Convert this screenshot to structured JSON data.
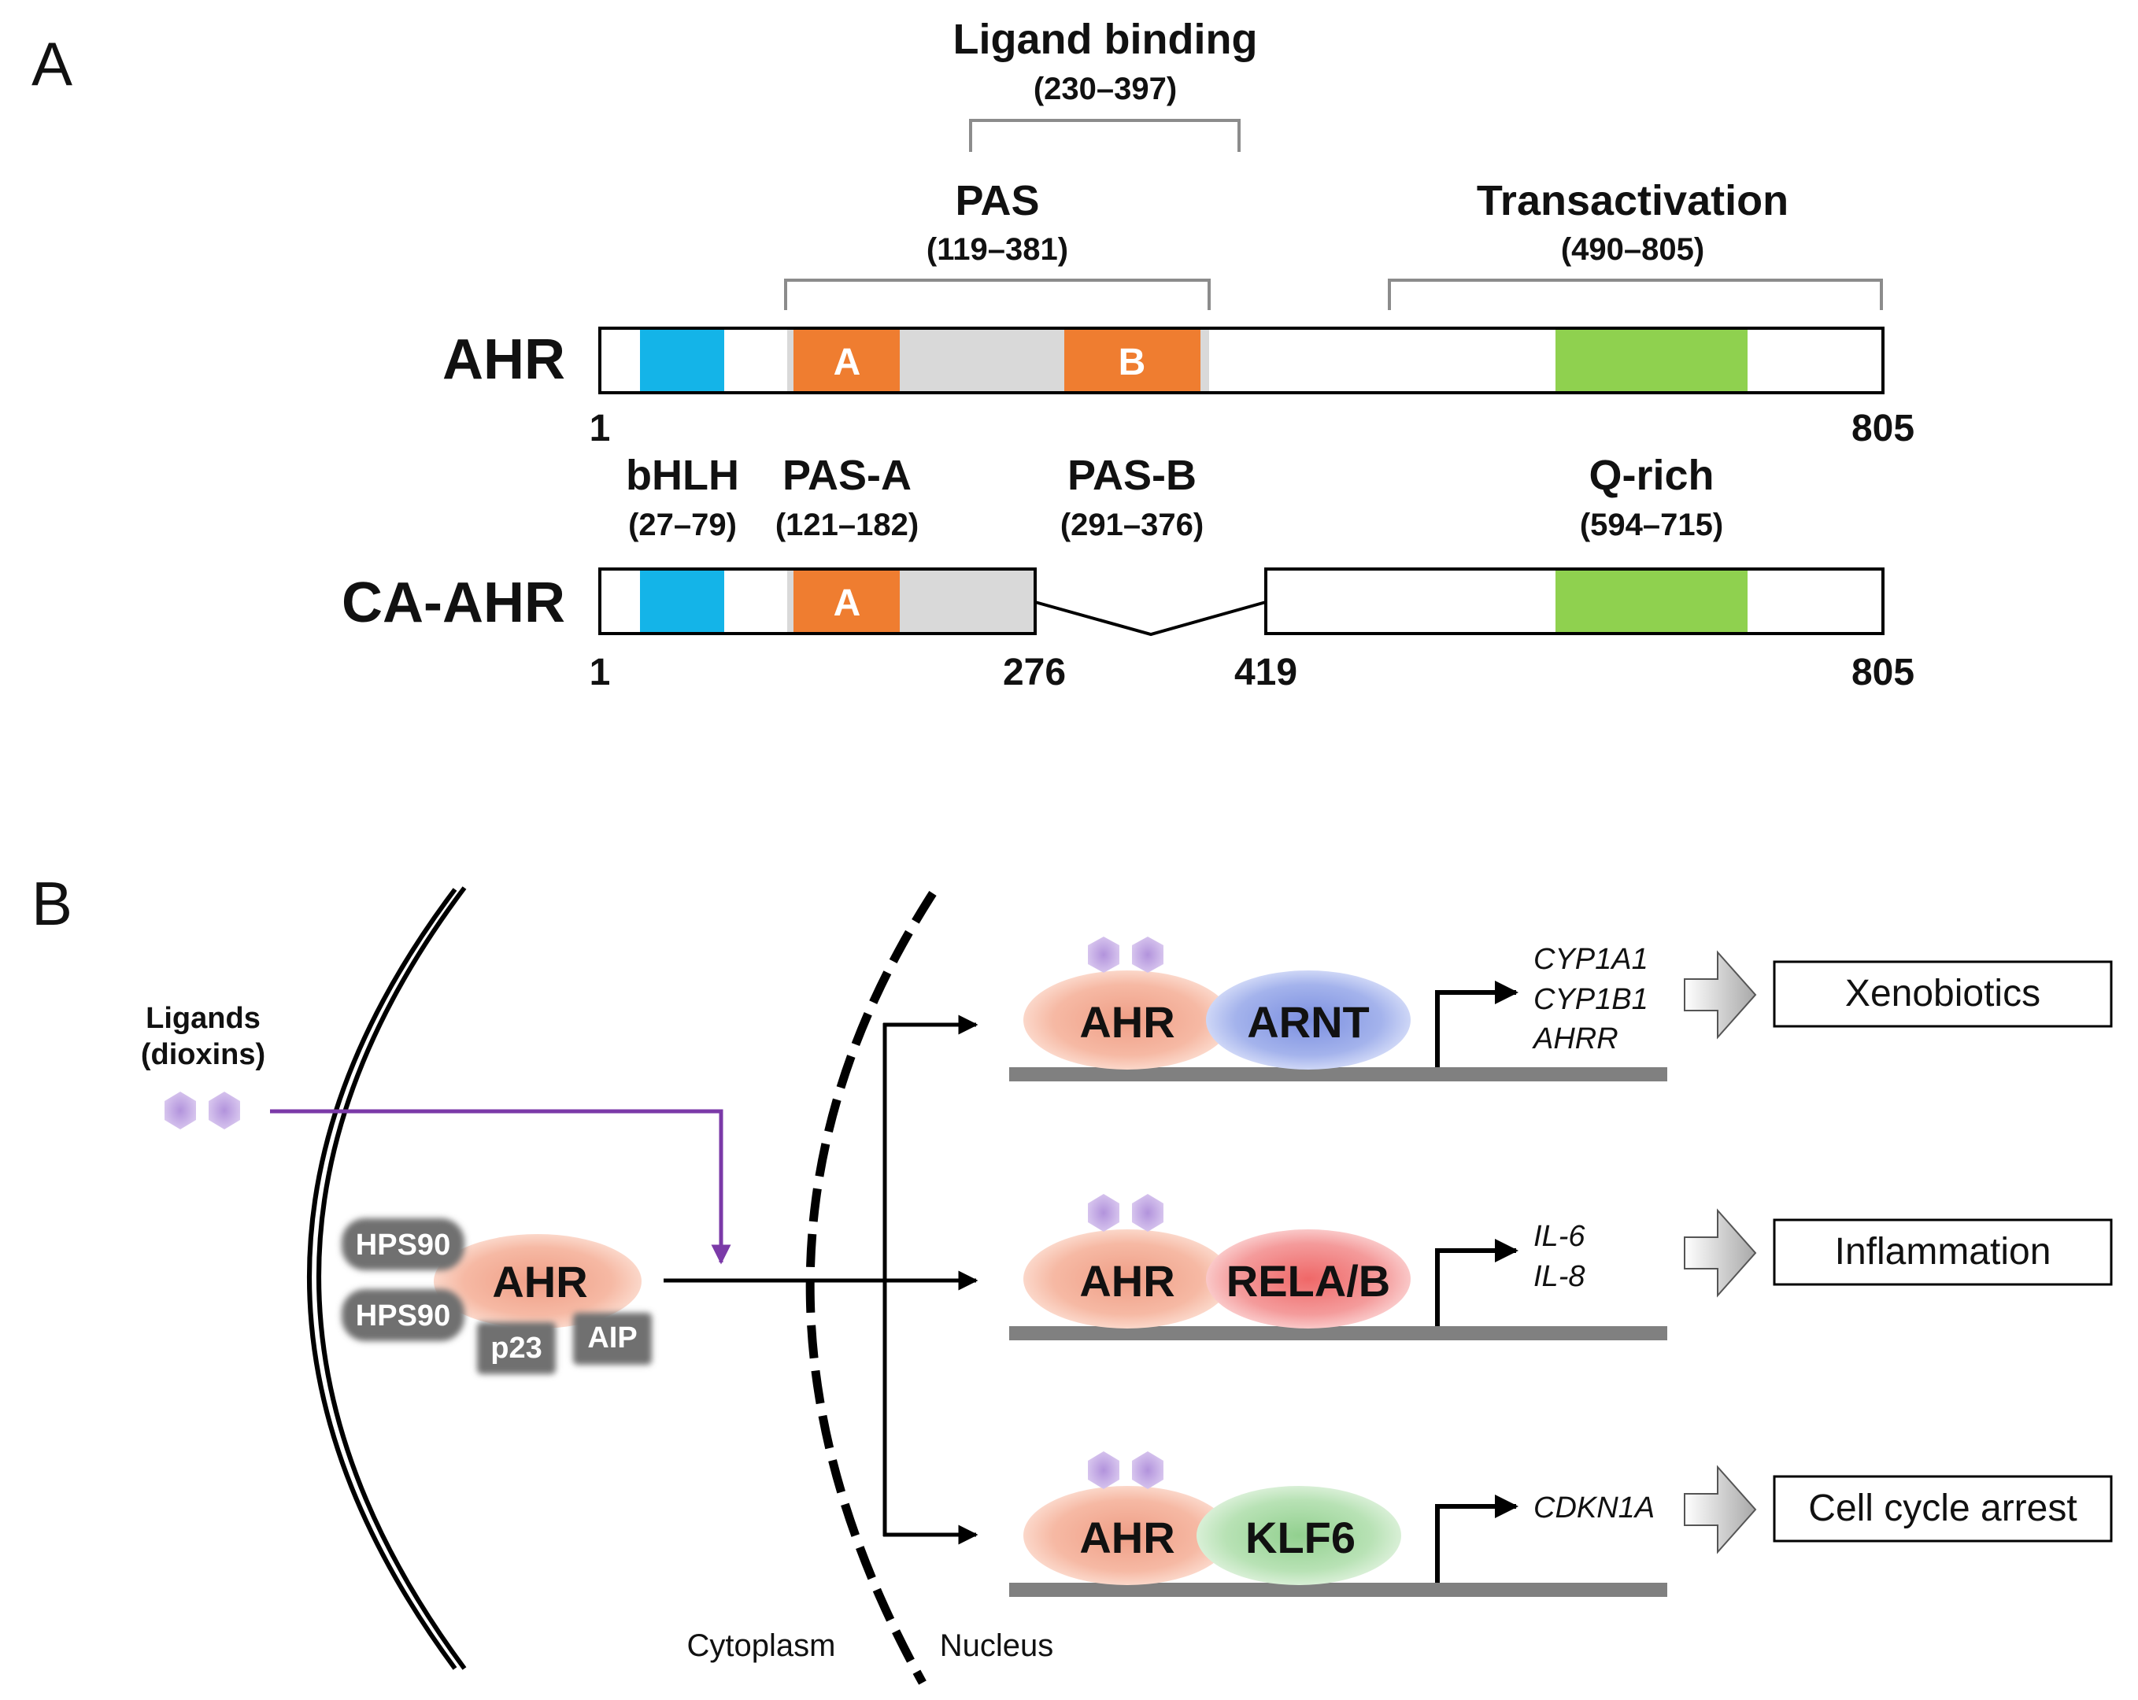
{
  "panel_a": {
    "label": "A",
    "ligand_binding": {
      "title": "Ligand binding",
      "range": "(230–397)"
    },
    "pas": {
      "title": "PAS",
      "range": "(119–381)"
    },
    "transactivation": {
      "title": "Transactivation",
      "range": "(490–805)"
    },
    "ahr": {
      "name": "AHR",
      "start": "1",
      "end": "805",
      "pas_a_letter": "A",
      "pas_b_letter": "B"
    },
    "domains": {
      "bhlh": {
        "name": "bHLH",
        "range": "(27–79)",
        "color": "#14b4e8"
      },
      "pas_a": {
        "name": "PAS-A",
        "range": "(121–182)",
        "color": "#ef7d30"
      },
      "pas_b": {
        "name": "PAS-B",
        "range": "(291–376)",
        "color": "#ef7d30"
      },
      "q_rich": {
        "name": "Q-rich",
        "range": "(594–715)",
        "color": "#8fd14f"
      },
      "pas_region_color": "#d9d9d9"
    },
    "ca_ahr": {
      "name": "CA-AHR",
      "start": "1",
      "del_start": "276",
      "del_end": "419",
      "end": "805",
      "pas_a_letter": "A"
    }
  },
  "panel_b": {
    "label": "B",
    "ligands": {
      "line1": "Ligands",
      "line2": "(dioxins)",
      "color": "#c9aee6",
      "arrow_color": "#7b3aa8"
    },
    "complex": {
      "hsp1": "HPS90",
      "hsp2": "HPS90",
      "ahr": "AHR",
      "p23": "p23",
      "aip": "AIP"
    },
    "compartments": {
      "cytoplasm": "Cytoplasm",
      "nucleus": "Nucleus"
    },
    "pathways": [
      {
        "ahr": "AHR",
        "partner": "ARNT",
        "partner_color": "#7b8fe0",
        "genes": [
          "CYP1A1",
          "CYP1B1",
          "AHRR"
        ],
        "outcome": "Xenobiotics"
      },
      {
        "ahr": "AHR",
        "partner": "RELA/B",
        "partner_color": "#ef6868",
        "genes": [
          "IL-6",
          "IL-8"
        ],
        "outcome": "Inflammation"
      },
      {
        "ahr": "AHR",
        "partner": "KLF6",
        "partner_color": "#92d08f",
        "genes": [
          "CDKN1A"
        ],
        "outcome": "Cell cycle arrest"
      }
    ]
  }
}
